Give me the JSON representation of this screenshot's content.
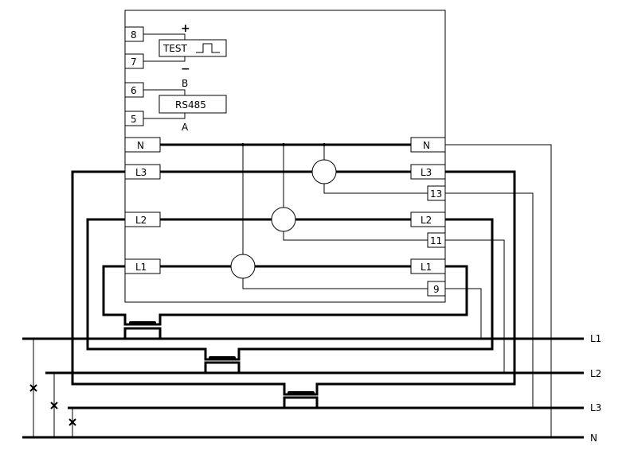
{
  "meter": {
    "terminals_left": {
      "t8": "8",
      "t7": "7",
      "t6": "6",
      "t5": "5",
      "n": "N",
      "l3": "L3",
      "l2": "L2",
      "l1": "L1"
    },
    "terminals_right": {
      "n": "N",
      "l3": "L3",
      "t13": "13",
      "l2": "L2",
      "t11": "11",
      "l1": "L1",
      "t9": "9"
    },
    "test_label": "TEST",
    "test_plus": "+",
    "test_minus": "−",
    "rs485_label": "RS485",
    "rs485_b": "B",
    "rs485_a": "A"
  },
  "lines": {
    "l1": "L1",
    "l2": "L2",
    "l3": "L3",
    "n": "N"
  }
}
